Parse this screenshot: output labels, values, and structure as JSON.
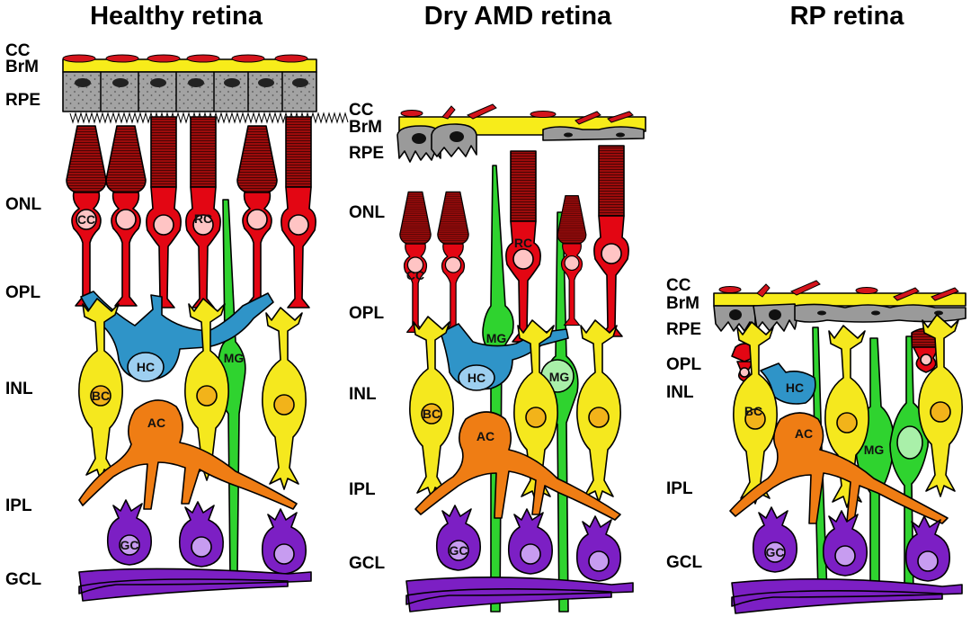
{
  "panels": {
    "healthy": {
      "title": "Healthy retina",
      "layers": {
        "cc": "CC",
        "brm": "BrM",
        "rpe": "RPE",
        "onl": "ONL",
        "opl": "OPL",
        "inl": "INL",
        "ipl": "IPL",
        "gcl": "GCL"
      },
      "cells": {
        "cc": "CC",
        "rc": "RC",
        "hc": "HC",
        "mg": "MG",
        "bc": "BC",
        "ac": "AC",
        "gc": "GC"
      }
    },
    "dry_amd": {
      "title": "Dry AMD retina",
      "layers": {
        "cc": "CC",
        "brm": "BrM",
        "rpe": "RPE",
        "onl": "ONL",
        "opl": "OPL",
        "inl": "INL",
        "ipl": "IPL",
        "gcl": "GCL"
      },
      "cells": {
        "cc": "CC",
        "rc": "RC",
        "hc": "HC",
        "mg": "MG",
        "mg2": "MG",
        "bc": "BC",
        "ac": "AC",
        "gc": "GC"
      }
    },
    "rp": {
      "title": "RP retina",
      "layers": {
        "cc": "CC",
        "brm": "BrM",
        "rpe": "RPE",
        "opl": "OPL",
        "inl": "INL",
        "ipl": "IPL",
        "gcl": "GCL"
      },
      "cells": {
        "hc": "HC",
        "bc": "BC",
        "ac": "AC",
        "mg": "MG",
        "gc": "GC"
      }
    }
  },
  "colors": {
    "photoreceptor": "#e30613",
    "photoreceptor_dark": "#8b0a0a",
    "bruch": "#f7ec1a",
    "choriocapillaris": "#d4141c",
    "rpe": "#9a9a9a",
    "bipolar": "#f5e81e",
    "horizontal": "#2f94c8",
    "amacrine": "#ef7d14",
    "muller": "#2fd32f",
    "ganglion": "#7c1fc4"
  }
}
